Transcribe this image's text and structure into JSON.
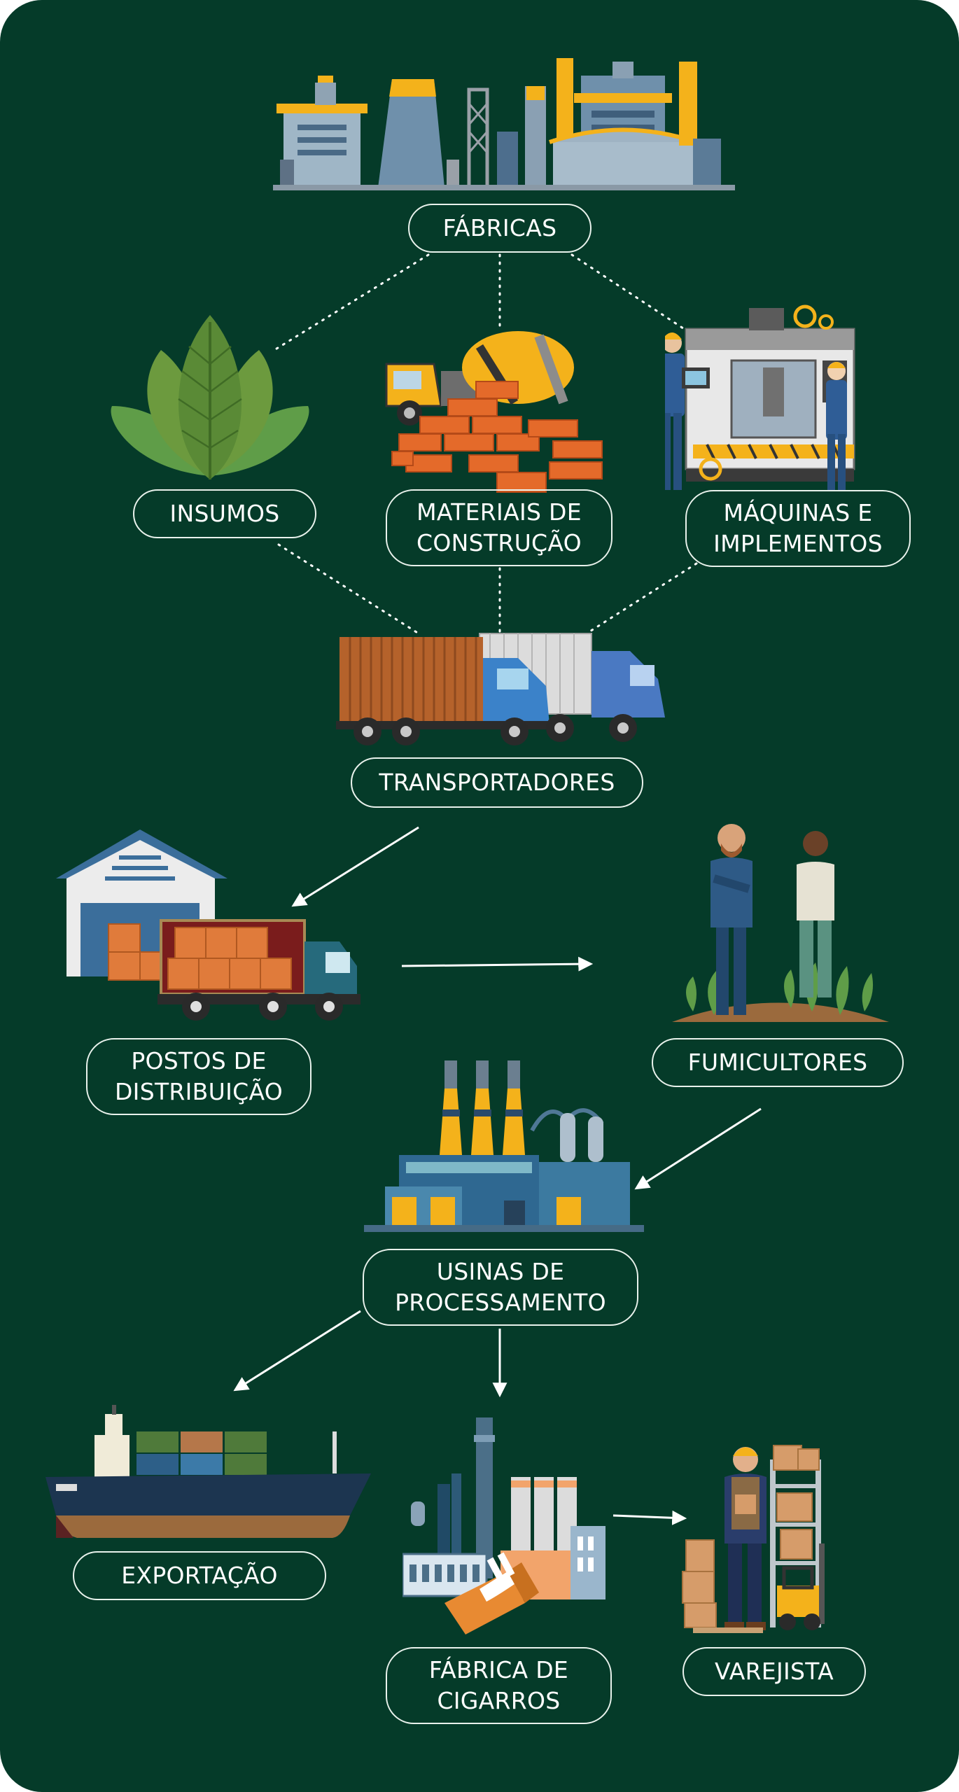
{
  "nodes": {
    "fabricas": {
      "lines": [
        "FÁBRICAS"
      ]
    },
    "insumos": {
      "lines": [
        "INSUMOS"
      ]
    },
    "materiais": {
      "lines": [
        "MATERIAIS DE",
        "CONSTRUÇÃO"
      ]
    },
    "maquinas": {
      "lines": [
        "MÁQUINAS E",
        "IMPLEMENTOS"
      ]
    },
    "transportadores": {
      "lines": [
        "TRANSPORTADORES"
      ]
    },
    "postos": {
      "lines": [
        "POSTOS DE",
        "DISTRIBUIÇÃO"
      ]
    },
    "fumicultores": {
      "lines": [
        "FUMICULTORES"
      ]
    },
    "usinas": {
      "lines": [
        "USINAS DE",
        "PROCESSAMENTO"
      ]
    },
    "exportacao": {
      "lines": [
        "EXPORTAÇÃO"
      ]
    },
    "cigarros": {
      "lines": [
        "FÁBRICA DE",
        "CIGARROS"
      ]
    },
    "varejista": {
      "lines": [
        "VAREJISTA"
      ]
    }
  },
  "links": [
    {
      "from": "fabricas",
      "to": "insumos",
      "style": "dotted"
    },
    {
      "from": "fabricas",
      "to": "materiais",
      "style": "dotted"
    },
    {
      "from": "fabricas",
      "to": "maquinas",
      "style": "dotted"
    },
    {
      "from": "insumos",
      "to": "transportadores",
      "style": "dotted"
    },
    {
      "from": "materiais",
      "to": "transportadores",
      "style": "dotted"
    },
    {
      "from": "maquinas",
      "to": "transportadores",
      "style": "dotted"
    },
    {
      "from": "transportadores",
      "to": "postos",
      "style": "arrow"
    },
    {
      "from": "postos",
      "to": "fumicultores",
      "style": "arrow"
    },
    {
      "from": "fumicultores",
      "to": "usinas",
      "style": "arrow"
    },
    {
      "from": "usinas",
      "to": "exportacao",
      "style": "arrow"
    },
    {
      "from": "usinas",
      "to": "cigarros",
      "style": "arrow"
    },
    {
      "from": "cigarros",
      "to": "varejista",
      "style": "arrow"
    }
  ],
  "icons": {
    "fabricas": "factory-skyline-icon",
    "insumos": "tobacco-leaves-icon",
    "materiais": "cement-truck-bricks-icon",
    "maquinas": "cnc-machine-workers-icon",
    "transportadores": "trucks-icon",
    "postos": "warehouse-truck-icon",
    "fumicultores": "farmers-field-icon",
    "usinas": "processing-plant-icon",
    "exportacao": "cargo-ship-icon",
    "cigarros": "cigarette-factory-icon",
    "varejista": "retail-worker-icon"
  },
  "colors": {
    "background": "#053b29",
    "line": "#ffffff",
    "pill_border": "#e9f2ec"
  }
}
